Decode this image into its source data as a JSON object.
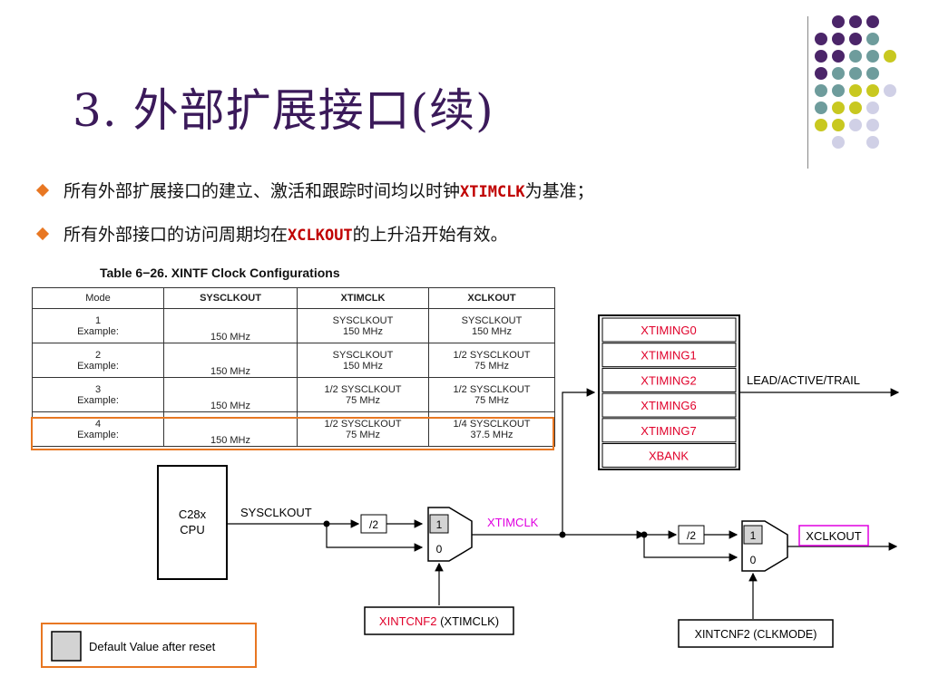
{
  "title": "3.  外部扩展接口(续)",
  "bullets": [
    {
      "before": "所有外部扩展接口的建立、激活和跟踪时间均以时钟",
      "highlight": "XTIMCLK",
      "after": "为基准；"
    },
    {
      "before": "所有外部接口的访问周期均在",
      "highlight": "XCLKOUT",
      "after": "的上升沿开始有效。"
    }
  ],
  "table": {
    "caption": "Table 6−26. XINTF Clock Configurations",
    "headers": [
      "Mode",
      "SYSCLKOUT",
      "XTIMCLK",
      "XCLKOUT"
    ],
    "rows": [
      {
        "mode": "1",
        "example": "Example:",
        "sysclk": "150 MHz",
        "xtim1": "SYSCLKOUT",
        "xtim2": "150 MHz",
        "xclk1": "SYSCLKOUT",
        "xclk2": "150 MHz"
      },
      {
        "mode": "2",
        "example": "Example:",
        "sysclk": "150 MHz",
        "xtim1": "SYSCLKOUT",
        "xtim2": "150 MHz",
        "xclk1": "1/2 SYSCLKOUT",
        "xclk2": "75 MHz"
      },
      {
        "mode": "3",
        "example": "Example:",
        "sysclk": "150 MHz",
        "xtim1": "1/2 SYSCLKOUT",
        "xtim2": "75 MHz",
        "xclk1": "1/2 SYSCLKOUT",
        "xclk2": "75 MHz"
      },
      {
        "mode": "4",
        "example": "Example:",
        "sysclk": "150 MHz",
        "xtim1": "1/2 SYSCLKOUT",
        "xtim2": "75 MHz",
        "xclk1": "1/4 SYSCLKOUT",
        "xclk2": "37.5 MHz"
      }
    ]
  },
  "diagram": {
    "cpu_line1": "C28x",
    "cpu_line2": "CPU",
    "sysclkout": "SYSCLKOUT",
    "div2": "/2",
    "mux_in1": "1",
    "mux_in0": "0",
    "xtimclk": "XTIMCLK",
    "xclkout": "XCLKOUT",
    "xintcnf2_xtimclk_red": "XINTCNF2",
    "xintcnf2_xtimclk_black": " (XTIMCLK)",
    "xintcnf2_clkmode": "XINTCNF2 (CLKMODE)",
    "lead_active_trail": "LEAD/ACTIVE/TRAIL",
    "timing_regs": [
      "XTIMING0",
      "XTIMING1",
      "XTIMING2",
      "XTIMING6",
      "XTIMING7",
      "XBANK"
    ],
    "legend": "Default Value after reset"
  },
  "colors": {
    "title": "#3b1a5a",
    "accent_orange": "#e87722",
    "register_red": "#e0002a",
    "signal_magenta": "#e000e0",
    "dot_purple": "#4b2569",
    "dot_teal": "#6e9c9c",
    "dot_yellow": "#c8c820",
    "dot_lavender": "#d0d0e6"
  }
}
